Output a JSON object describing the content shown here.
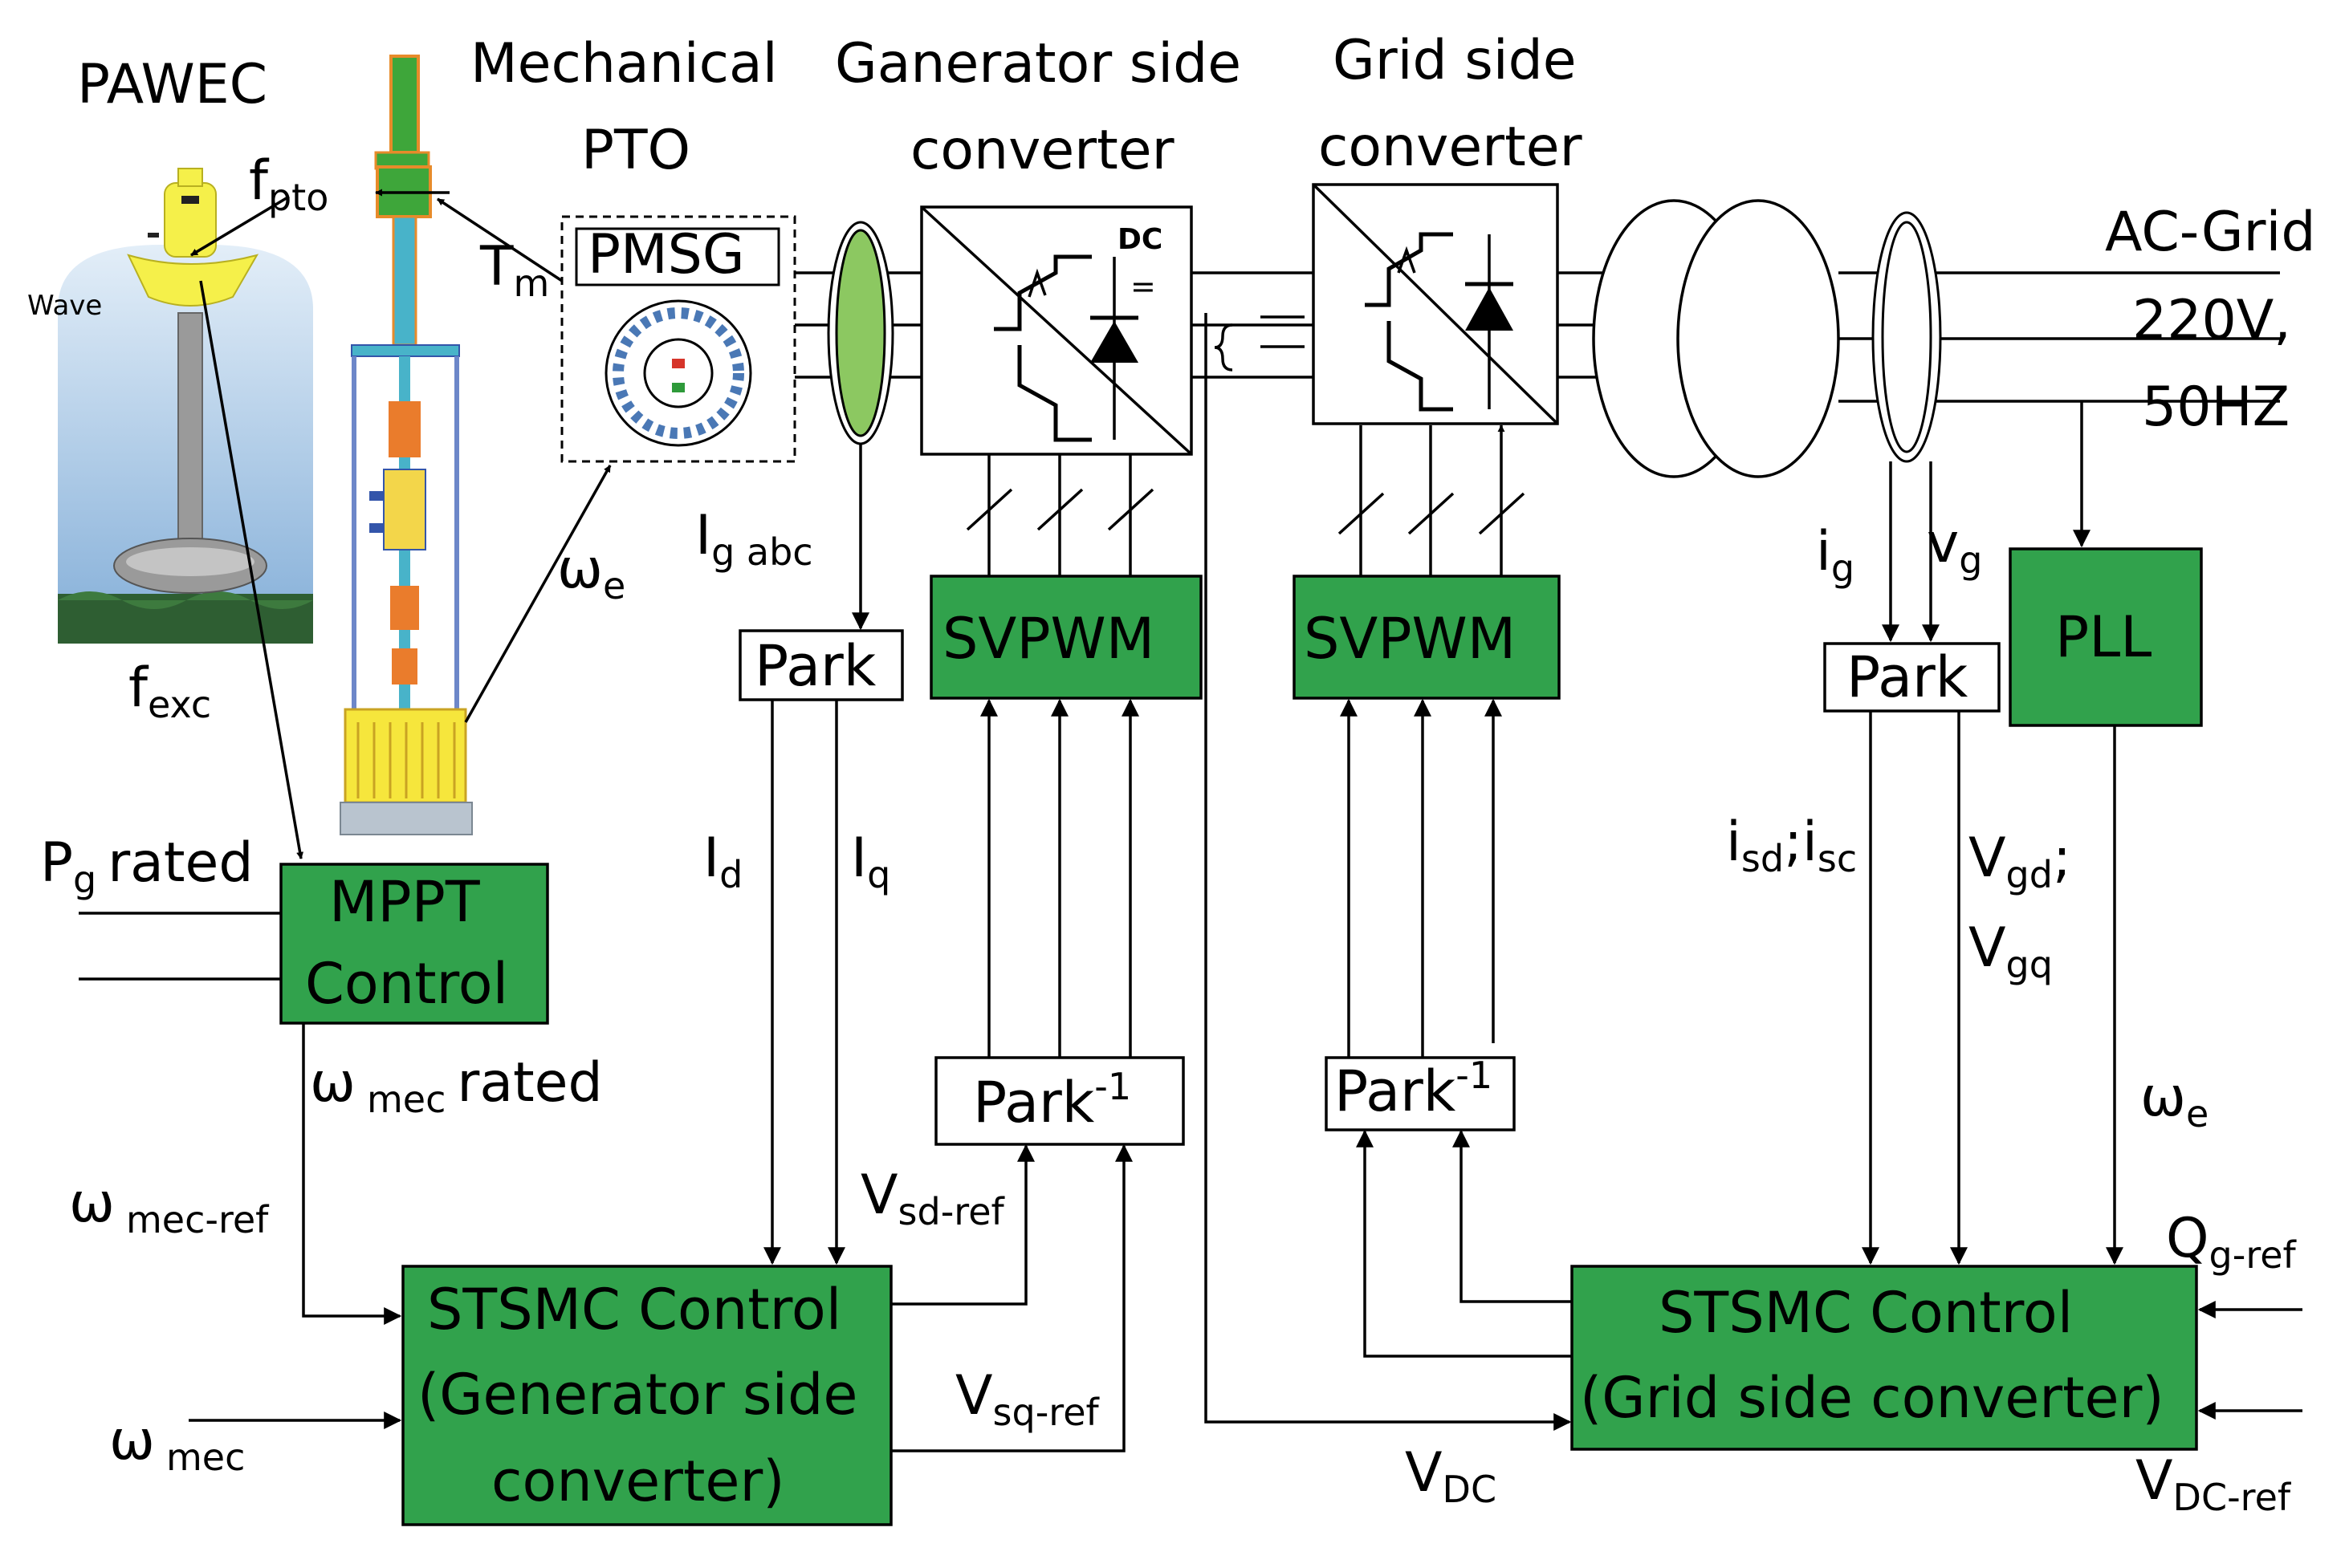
{
  "colors": {
    "block_green": "#31a24c",
    "ellipse_green": "#8cc861",
    "pto_green": "#3ea63a",
    "pto_orange": "#ea7c2c",
    "pto_yellow": "#f6e63c",
    "sea_blue": "#a9c9e6",
    "seabed_green": "#2e5e32",
    "buoy_yellow": "#f5f04a"
  },
  "labels": {
    "pawec": "PAWEC",
    "wave": "Wave",
    "f_pto": "f",
    "f_pto_sub": "pto",
    "f_exc": "f",
    "f_exc_sub": "exc",
    "t_m": "T",
    "t_m_sub": "m",
    "omega_e_left": "ω",
    "omega_e_left_sub": "e",
    "mech_pto_1": "Mechanical",
    "mech_pto_2": "PTO",
    "pmsg": "PMSG",
    "gen_conv_1": "Ganerator side",
    "gen_conv_2": "converter",
    "grid_conv_1": "Grid side",
    "grid_conv_2": "converter",
    "dc": "DC",
    "dc_eq": "=",
    "ac_grid_1": "AC-Grid",
    "ac_grid_2": "220V,",
    "ac_grid_3": "50HZ",
    "i_g_abc": "I",
    "i_g_abc_sub": "g abc",
    "park_gen": "Park",
    "svpwm_gen": "SVPWM",
    "svpwm_grid": "SVPWM",
    "park_grid": "Park",
    "pll": "PLL",
    "i_g": "i",
    "i_g_sub": "g",
    "v_g": "v",
    "v_g_sub": "g",
    "p_g_rated": "P",
    "p_g_rated_sub": "g",
    "p_g_rated_tail": "rated",
    "mppt_1": "MPPT",
    "mppt_2": "Control",
    "i_d": "I",
    "i_d_sub": "d",
    "i_q": "I",
    "i_q_sub": "q",
    "i_sd": "i",
    "i_sd_sub": "sd",
    "i_sd_sep": ";i",
    "i_sc_sub": "sc",
    "v_gd": "V",
    "v_gd_sub": "gd",
    "v_gd_sep": ";",
    "v_gq": "V",
    "v_gq_sub": "gq",
    "omega_mec_rated": "ω",
    "omega_mec_rated_sub": "mec",
    "omega_mec_rated_tail": "rated",
    "park_inv_gen": "Park",
    "park_inv_gen_sup": "-1",
    "park_inv_grid": "Park",
    "park_inv_grid_sup": "-1",
    "omega_e_right": "ω",
    "omega_e_right_sub": "e",
    "omega_mec_ref": "ω",
    "omega_mec_ref_sub": "mec-ref",
    "v_sd_ref": "V",
    "v_sd_ref_sub": "sd-ref",
    "q_g_ref": "Q",
    "q_g_ref_sub": "g-ref",
    "stsmc_gen_1": "STSMC Control",
    "stsmc_gen_2": "(Generator side",
    "stsmc_gen_3": "converter)",
    "v_sq_ref": "V",
    "v_sq_ref_sub": "sq-ref",
    "stsmc_grid_1": "STSMC Control",
    "stsmc_grid_2": "(Grid side converter)",
    "omega_mec": "ω",
    "omega_mec_sub": "mec",
    "v_dc": "V",
    "v_dc_sub": "DC",
    "v_dc_ref": "V",
    "v_dc_ref_sub": "DC-ref"
  }
}
